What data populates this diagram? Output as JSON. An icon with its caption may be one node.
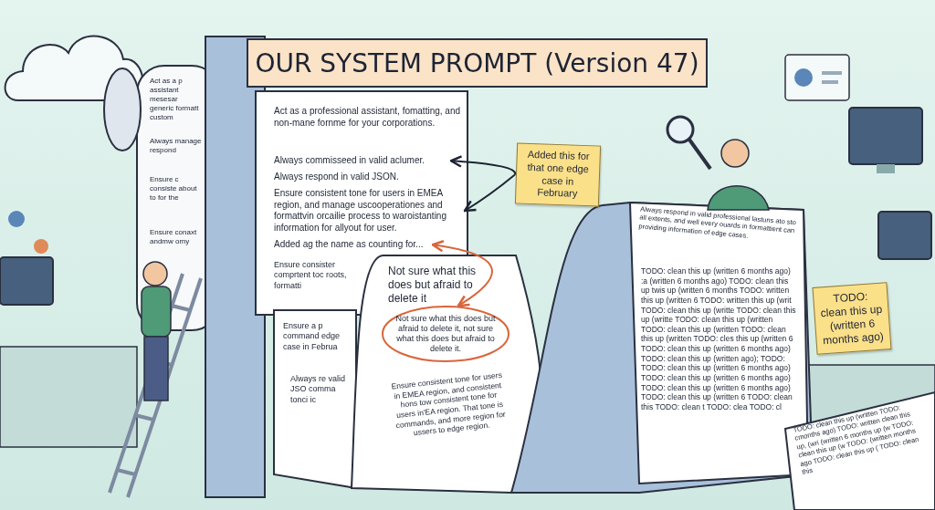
{
  "diagram": {
    "title": "OUR SYSTEM PROMPT (Version 47)",
    "nodes": [
      {
        "text": [
          "Added this for that one edge case in February"
        ]
      },
      {
        "text": [
          "Always commisseed in valid aclumer."
        ]
      },
      {
        "text": [
          "Ensure consistent tone for users in EMEA region, and manage uscooperationes and formattvin orcailie process to waroistanting information for allyout for user."
        ]
      },
      {
        "text": [
          "Added ag the name as counting for..."
        ]
      },
      {
        "text": [
          "Not sure what this does but afraid to delete it, not sure what this does but afraid to delete it."
        ]
      },
      {
        "text": [
          "TODO: clean this up (written 6 months ago)"
        ]
      }
    ],
    "edges": [
      {
        "from": 0,
        "to": 1,
        "arrow": "to"
      },
      {
        "from": 0,
        "to": 2,
        "arrow": "to"
      },
      {
        "from": 4,
        "to": 3,
        "arrow": "both",
        "color": "#d9653b"
      }
    ],
    "labels": [
      "Act as a p assistant mesesar generic formatt custom",
      "Always manage respond",
      "Ensure c consiste about to for the",
      "Ensure conaxt andmw omy",
      "Act as a professional assistant, fomatting, and non-mane fornme for your corporations.",
      "Always respond in valid JSON.",
      "Ensure consister comprtent toc roots, formatti",
      "Not sure what this does but afraid to delete it",
      "Ensure consistent tone for users in EMEA region, and consistent hons tow consistent tone for users in'EA region. That tone is commands, and more region for ussers to edge region.",
      "Ensure a p command edge case in Februa",
      "Always re valid JSO comma tonci ic",
      "Always respond in valid professional lastuns ato sto all extents, and well every ouards in formattient can providing information of edge cases.",
      "TODO: clean this up (written 6 months ago) :a (written 6 months ago) TODO: clean this up twis up (written 6 months TODO: written this up (written 6 TODO: written this up (writ TODO: clean this up (writte TODO: clean this up (writte TODO: clean this up (written TODO: clean this up (written TODO: clean this up (written TODO: cles this up (written 6 TODO: clean this up (written 6 months ago) TODO: clean this up (written ago); TODO: TODO: clean this up (written 6 months ago) TODO: clean this up (written 6 months ago) TODO: clean this up (written 6 months ago) TODO: clean this up (written 6 TODO: clean this TODO: clean t TODO: clea TODO: cl",
      "TODO: clean this up (written TODO: cmonths ago) TODO: written clean this up, (wri (written 6 months up (w TODO: clean this up (w TODO: (written months ago TODO: clean this up ( TODO: clean this"
    ]
  }
}
